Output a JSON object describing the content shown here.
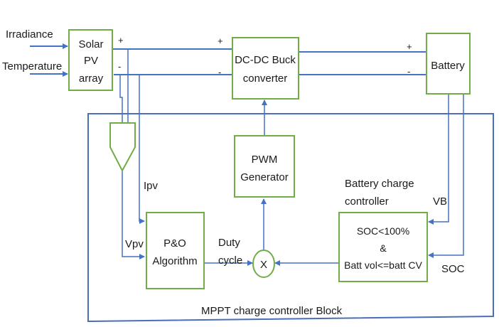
{
  "diagram": {
    "title": "MPPT charge controller Block",
    "colors": {
      "block_border": "#70ad47",
      "wire": "#4472c4",
      "text": "#1a1a1a",
      "background": "#ffffff"
    },
    "inputs": {
      "irradiance": "Irradiance",
      "temperature": "Temperature"
    },
    "blocks": {
      "solar_pv": {
        "line1": "Solar",
        "line2": "PV",
        "line3": "array"
      },
      "buck": {
        "line1": "DC-DC Buck",
        "line2": "converter"
      },
      "battery": {
        "label": "Battery"
      },
      "pwm": {
        "line1": "PWM",
        "line2": "Generator"
      },
      "po": {
        "line1": "P&O",
        "line2": "Algorithm"
      },
      "multiplier": {
        "label": "X"
      },
      "charge_ctrl": {
        "line1": "SOC<100%",
        "line2": "&",
        "line3": "Batt vol<=batt CV"
      }
    },
    "terminals": {
      "plus": "+",
      "minus": "-"
    },
    "signals": {
      "ipv": "Ipv",
      "vpv": "Vpv",
      "duty_line1": "Duty",
      "duty_line2": "cycle",
      "vb": "VB",
      "soc": "SOC",
      "charge_ctrl_caption_line1": "Battery charge",
      "charge_ctrl_caption_line2": "controller"
    }
  }
}
